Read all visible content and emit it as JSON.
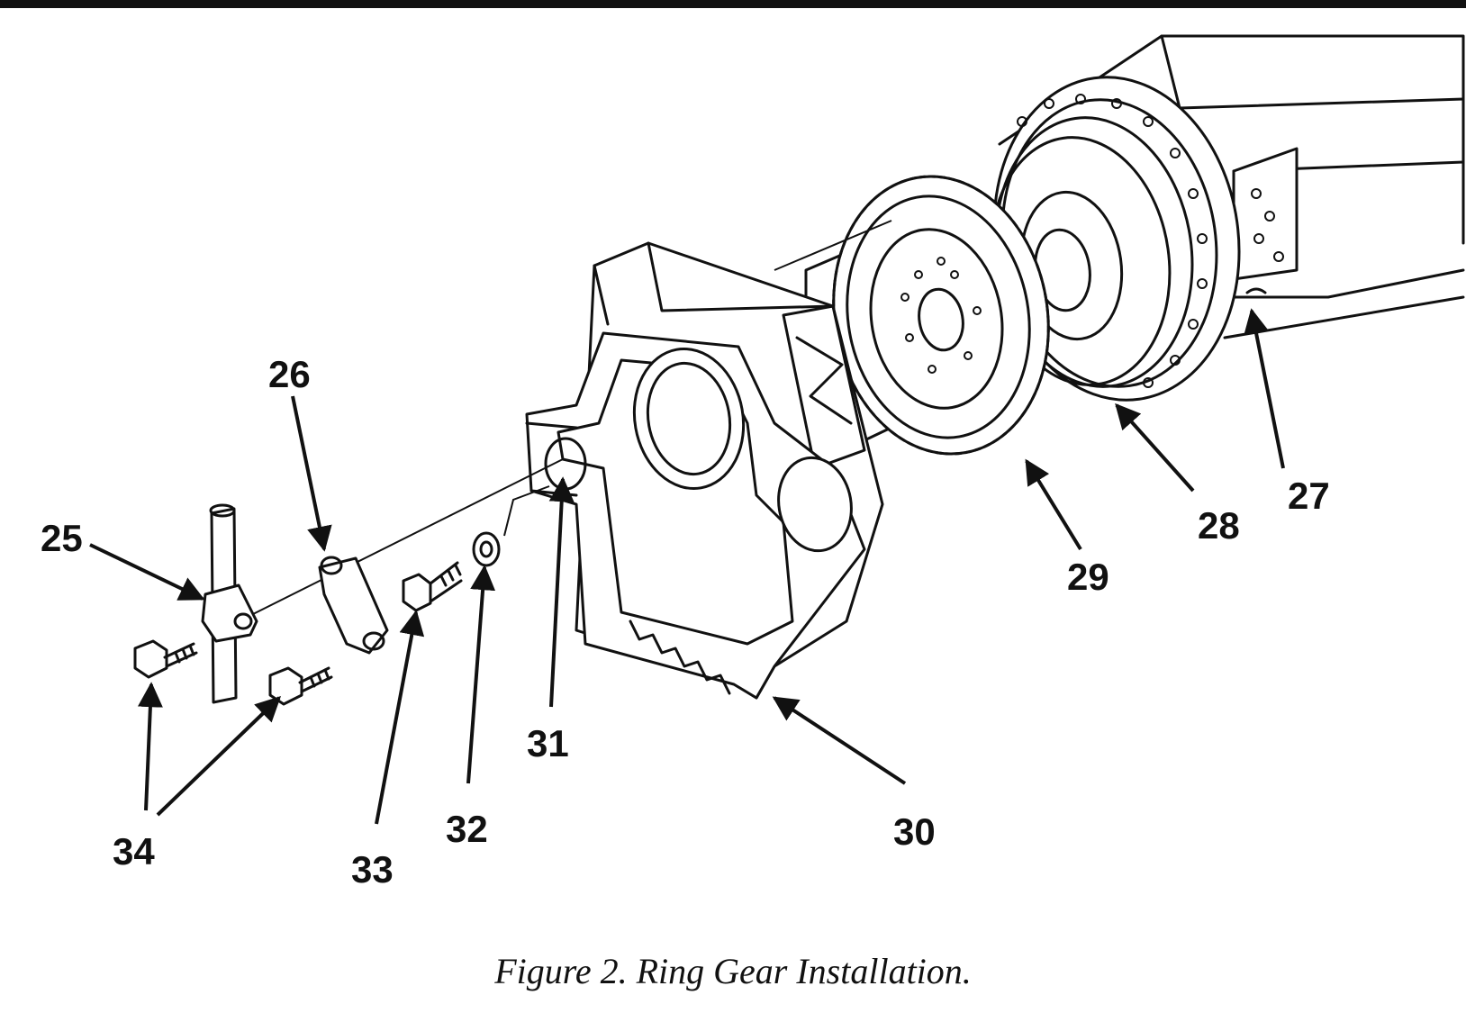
{
  "figure": {
    "caption": "Figure 2.  Ring Gear Installation."
  },
  "callouts": [
    {
      "id": "25",
      "label": "25"
    },
    {
      "id": "26",
      "label": "26"
    },
    {
      "id": "27",
      "label": "27"
    },
    {
      "id": "28",
      "label": "28"
    },
    {
      "id": "29",
      "label": "29"
    },
    {
      "id": "30",
      "label": "30"
    },
    {
      "id": "31",
      "label": "31"
    },
    {
      "id": "32",
      "label": "32"
    },
    {
      "id": "33",
      "label": "33"
    },
    {
      "id": "34",
      "label": "34"
    }
  ]
}
